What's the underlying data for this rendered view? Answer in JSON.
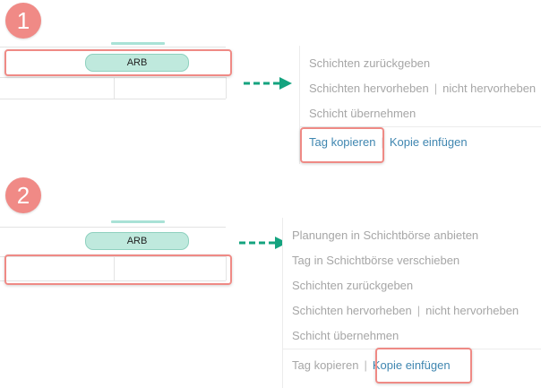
{
  "steps": [
    {
      "number": "1"
    },
    {
      "number": "2"
    }
  ],
  "shift": {
    "label": "ARB"
  },
  "menu1": {
    "items": [
      {
        "label": "Schichten zurückgeben"
      },
      {
        "label": "Schichten hervorheben",
        "alt": "nicht hervorheben"
      },
      {
        "label": "Schicht übernehmen"
      }
    ],
    "copy_label": "Tag kopieren",
    "paste_label": "Kopie einfügen"
  },
  "menu2": {
    "items": [
      {
        "label": "Planungen in Schichtbörse anbieten"
      },
      {
        "label": "Tag in Schichtbörse verschieben"
      },
      {
        "label": "Schichten zurückgeben"
      },
      {
        "label": "Schichten hervorheben",
        "alt": "nicht hervorheben"
      },
      {
        "label": "Schicht übernehmen"
      }
    ],
    "copy_label": "Tag kopieren",
    "paste_label": "Kopie einfügen"
  },
  "colors": {
    "badge": "#f08a86",
    "highlight": "#ef8a85",
    "shift_fill": "#bfe9dd",
    "arrow": "#14a37f",
    "link": "#3f86b0",
    "disabled_text": "#a6a6a6"
  }
}
